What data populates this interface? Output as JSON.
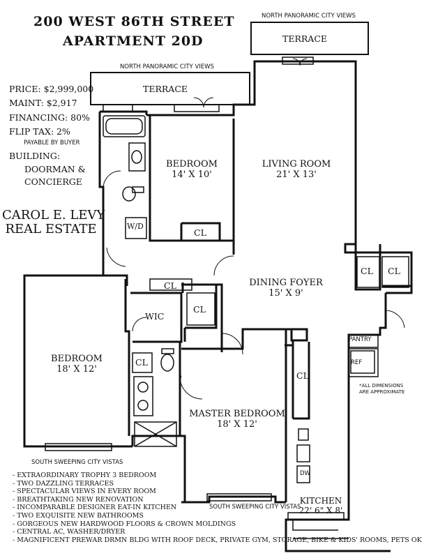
{
  "header": {
    "address": "200 WEST 86TH STREET",
    "unit": "APARTMENT 20D"
  },
  "listing": {
    "price": "PRICE: $2,999,000",
    "maint": "MAINT: $2,917",
    "financing": "FINANCING: 80%",
    "flip_tax": "FLIP TAX: 2%",
    "flip_tax_note": "PAYABLE BY BUYER",
    "building_label": "BUILDING:",
    "building_line1": "DOORMAN &",
    "building_line2": "CONCIERGE"
  },
  "broker": {
    "line1": "CAROL E. LEVY",
    "line2": "REAL ESTATE"
  },
  "plan": {
    "north_views_1": "NORTH PANORAMIC CITY VIEWS",
    "north_views_2": "NORTH PANORAMIC CITY VIEWS",
    "terrace_1": "TERRACE",
    "terrace_2": "TERRACE",
    "bedroom_small_name": "BEDROOM",
    "bedroom_small_dim": "14' X 10'",
    "living_name": "LIVING ROOM",
    "living_dim": "21' X 13'",
    "dining_name": "DINING FOYER",
    "dining_dim": "15' X 9'",
    "bedroom_large_name": "BEDROOM",
    "bedroom_large_dim": "18' X 12'",
    "master_name": "MASTER BEDROOM",
    "master_dim": "18' X 12'",
    "kitchen_name": "KITCHEN",
    "kitchen_dim": "22' 6\" X 8'",
    "wd": "W/D",
    "wic": "WIC",
    "cl": "CL",
    "pantry": "PANTRY",
    "ref": "REF",
    "dw": "DW",
    "south_views_1": "SOUTH SWEEPING CITY VISTAS",
    "south_views_2": "SOUTH SWEEPING CITY VISTAS",
    "dimensions_note_1": "*ALL DIMENSIONS",
    "dimensions_note_2": "ARE APPROXIMATE"
  },
  "features": [
    "- EXTRAORDINARY TROPHY 3 BEDROOM",
    "- TWO DAZZLING TERRACES",
    "- SPECTACULAR VIEWS IN EVERY ROOM",
    "- BREATHTAKING NEW RENOVATION",
    "- INCOMPARABLE DESIGNER EAT-IN KITCHEN",
    "- TWO EXQUISITE NEW BATHROOMS",
    "- GORGEOUS NEW HARDWOOD FLOORS & CROWN MOLDINGS",
    "- CENTRAL AC, WASHER/DRYER",
    "- MAGNIFICENT PREWAR DRMN BLDG WITH ROOF DECK, PRIVATE GYM, STORAGE, BIKE & KIDS' ROOMS, PETS OK"
  ]
}
